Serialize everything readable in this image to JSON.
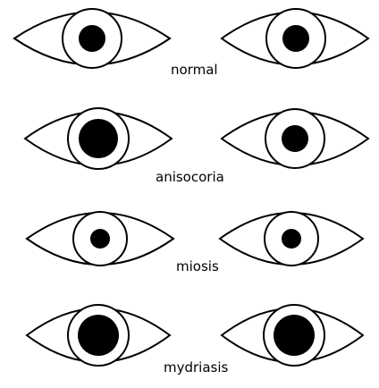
{
  "rows": [
    {
      "label": "normal"
    },
    {
      "label": "anisocoria"
    },
    {
      "label": "miosis"
    },
    {
      "label": "mydriasis"
    }
  ]
}
